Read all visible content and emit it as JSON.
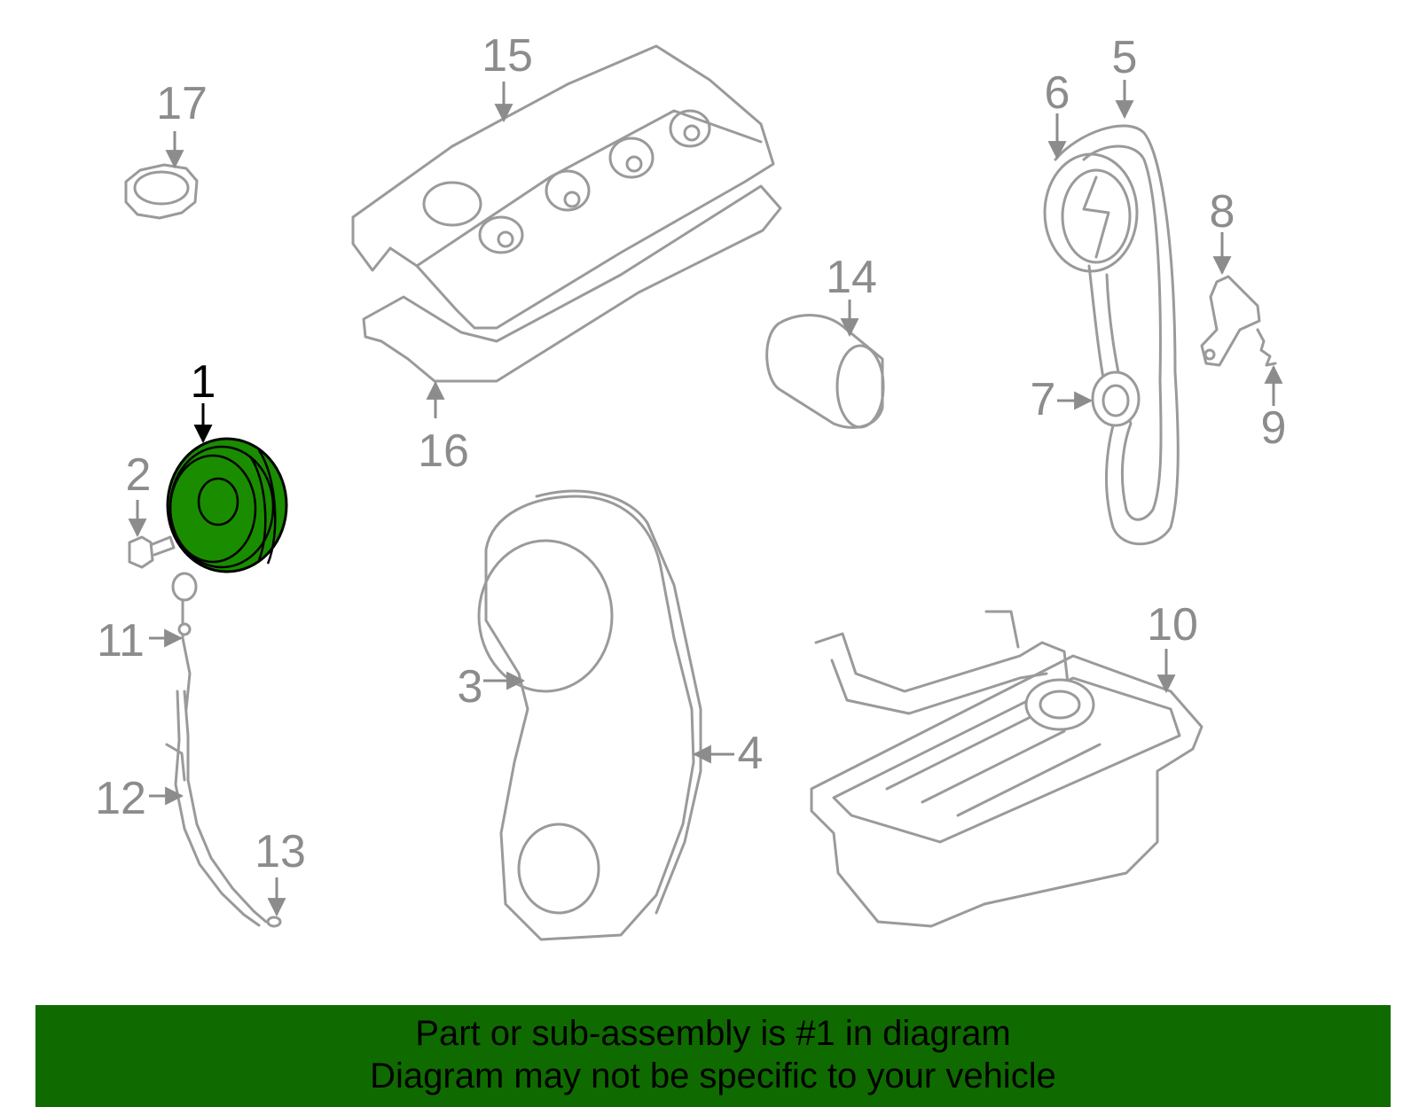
{
  "diagram": {
    "highlight_color": "#1a8c00",
    "line_color": "#9a9a9a",
    "callouts": [
      {
        "id": "1",
        "label": "1"
      },
      {
        "id": "2",
        "label": "2"
      },
      {
        "id": "3",
        "label": "3"
      },
      {
        "id": "4",
        "label": "4"
      },
      {
        "id": "5",
        "label": "5"
      },
      {
        "id": "6",
        "label": "6"
      },
      {
        "id": "7",
        "label": "7"
      },
      {
        "id": "8",
        "label": "8"
      },
      {
        "id": "9",
        "label": "9"
      },
      {
        "id": "10",
        "label": "10"
      },
      {
        "id": "11",
        "label": "11"
      },
      {
        "id": "12",
        "label": "12"
      },
      {
        "id": "13",
        "label": "13"
      },
      {
        "id": "14",
        "label": "14"
      },
      {
        "id": "15",
        "label": "15"
      },
      {
        "id": "16",
        "label": "16"
      },
      {
        "id": "17",
        "label": "17"
      }
    ]
  },
  "footer": {
    "background": "#0f6b00",
    "line1": "Part or sub-assembly is #1 in diagram",
    "line2": "Diagram may not be specific to your vehicle"
  }
}
